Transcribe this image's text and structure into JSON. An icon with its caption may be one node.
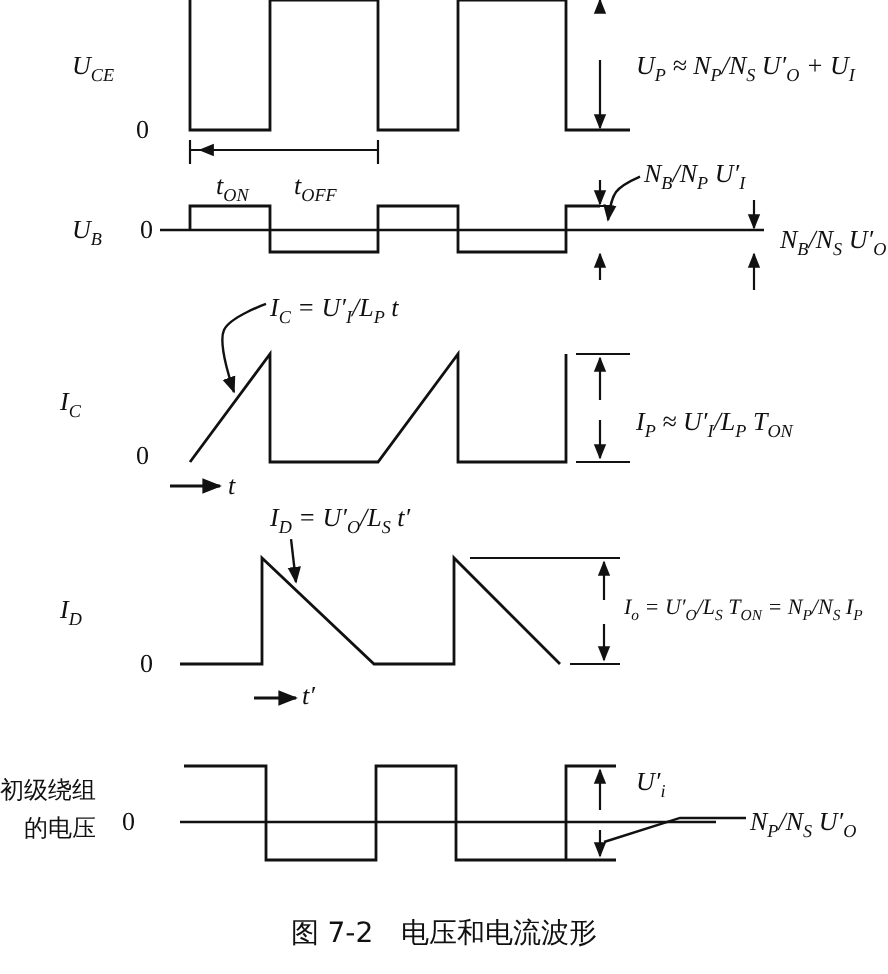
{
  "diagram": {
    "caption": "图 7-2　电压和电流波形",
    "nodes": [
      {
        "text": [
          "I$_{C}$ = U′$_{I}$/L$_{P}$ t"
        ]
      },
      {
        "text": [
          "N$_{B}$/N$_{P}$ U′$_{I}$"
        ]
      },
      {
        "text": [
          "I$_{D}$ = U′$_{O}$/L$_{S}$ t′"
        ]
      },
      {
        "text": [
          "N$_{P}$/N$_{S}$ U′$_{O}$"
        ]
      },
      {
        "text": [],
        "shape": "waveform"
      },
      {
        "text": [],
        "shape": "waveform"
      },
      {
        "text": [],
        "shape": "waveform"
      },
      {
        "text": [],
        "shape": "waveform"
      }
    ],
    "edges": [
      {
        "from": 0,
        "to": 5,
        "arrow": "to"
      },
      {
        "from": 1,
        "to": 4,
        "arrow": "to"
      },
      {
        "from": 2,
        "to": 6,
        "arrow": "to"
      },
      {
        "from": 3,
        "to": 7,
        "arrow": "none"
      }
    ],
    "labels": [
      "U$_{CE}$",
      "U$_{P}$ ≈ N$_{P}$/N$_{S}$ U′$_{O}$ + U$_{I}$",
      "0",
      "t$_{ON}$",
      "t$_{OFF}$",
      "U$_{B}$",
      "0",
      "N$_{B}$/N$_{S}$ U′$_{O}$",
      "I$_{C}$",
      "I$_{P}$ ≈ U′$_{I}$/L$_{P}$ T$_{ON}$",
      "0",
      "t",
      "I$_{D}$",
      "I$_{o}$ = U′$_{O}$/L$_{S}$ T$_{ON}$ = N$_{P}$/N$_{S}$ I$_{P}$",
      "0",
      "t′",
      "初级绕组的电压",
      "0",
      "U′$_{i}$"
    ]
  }
}
